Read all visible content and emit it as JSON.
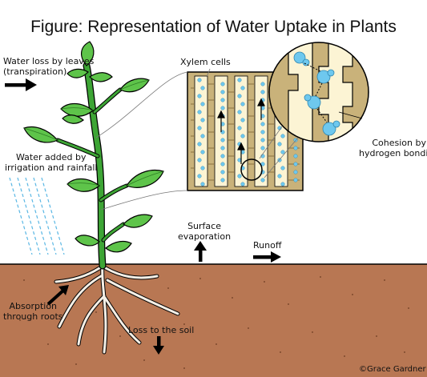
{
  "title": "Figure: Representation of Water Uptake in Plants",
  "labels": {
    "transpiration": "Water loss by leaves\n(transpiration)",
    "irrigation": "Water added by\nirrigation and rainfall",
    "xylem": "Xylem cells",
    "cohesion": "Cohesion by\nhydrogen bonding",
    "evaporation": "Surface\nevaporation",
    "runoff": "Runoff",
    "absorption": "Absorption\nthrough roots",
    "loss_to_soil": "Loss to the soil"
  },
  "credit": "©Grace Gardner",
  "colors": {
    "soil": "#b87753",
    "leaf": "#5ec44a",
    "stem": "#3da535",
    "xylem_wall": "#c9b27a",
    "xylem_lumen": "#fcf4d4",
    "water": "#6ec8ee",
    "root": "#f4efe6",
    "rain": "#5ab7e4"
  },
  "icons": [
    "arrow-right-icon",
    "arrow-up-icon",
    "arrow-down-icon",
    "water-droplet-icon"
  ]
}
